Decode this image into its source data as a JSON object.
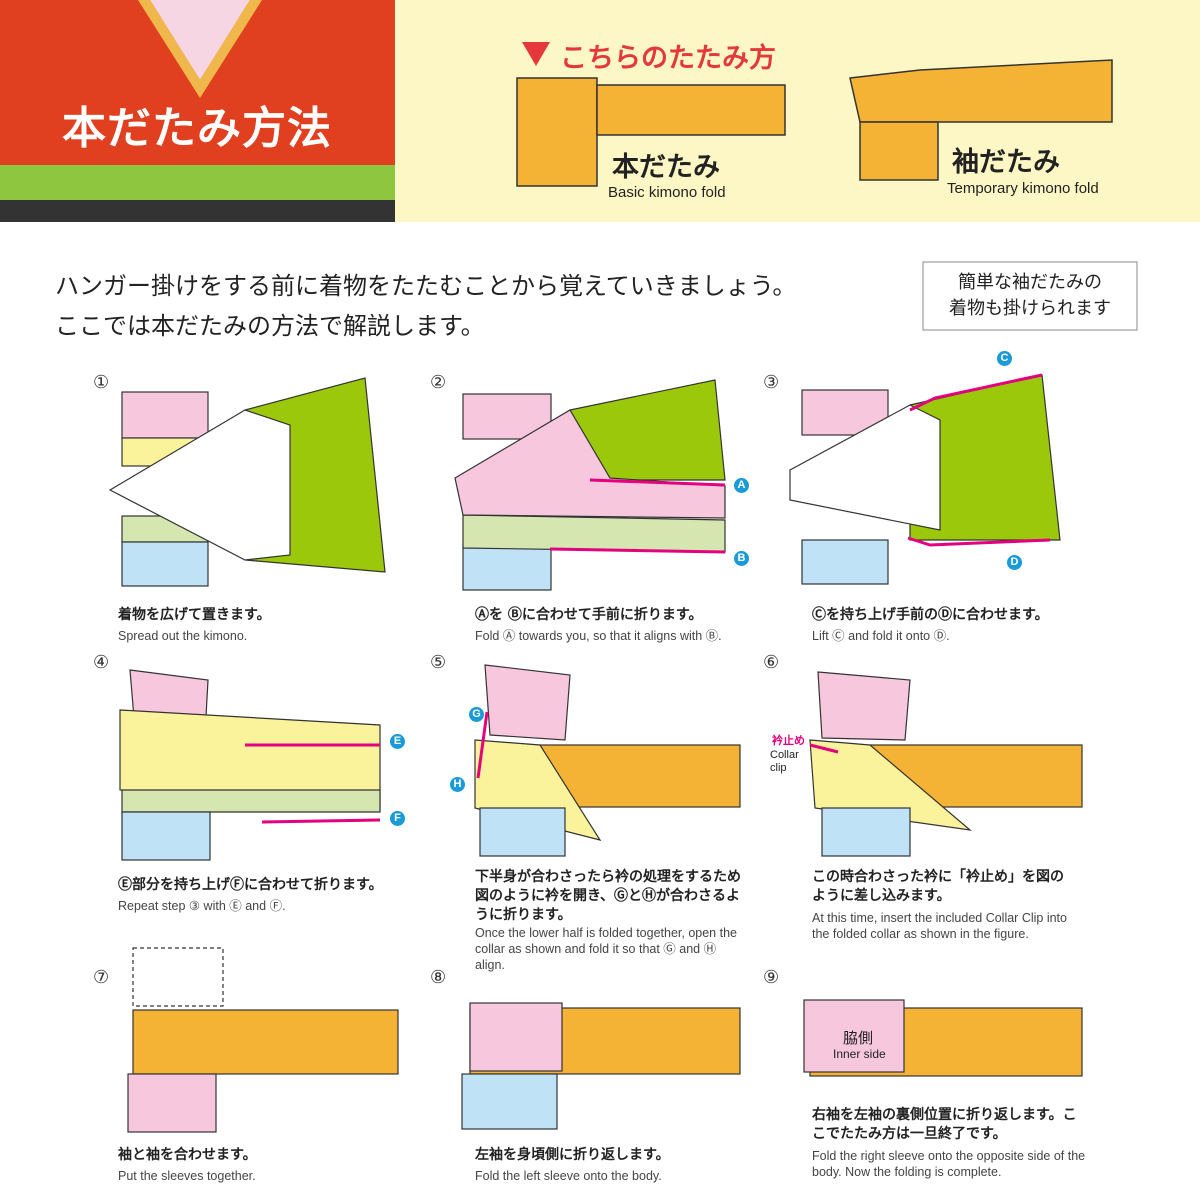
{
  "header": {
    "title": "本だたみ方法",
    "this_method": "こちらのたたみ方",
    "fold_basic_jp": "本だたみ",
    "fold_basic_en": "Basic kimono fold",
    "fold_temp_jp": "袖だたみ",
    "fold_temp_en": "Temporary kimono fold"
  },
  "intro": {
    "line1": "ハンガー掛けをする前に着物をたたむことから覚えていきましょう。",
    "line2": "ここでは本だたみの方法で解説します。",
    "note_line1": "簡単な袖だたみの",
    "note_line2": "着物も掛けられます"
  },
  "steps": [
    {
      "num": "①",
      "jp": "着物を広げて置きます。",
      "en": "Spread out the kimono."
    },
    {
      "num": "②",
      "jp": "Ⓐを Ⓑに合わせて手前に折ります。",
      "en": "Fold Ⓐ towards you, so that it aligns with Ⓑ."
    },
    {
      "num": "③",
      "jp": "Ⓒを持ち上げ手前のⒹに合わせます。",
      "en": "Lift Ⓒ and fold it onto Ⓓ."
    },
    {
      "num": "④",
      "jp": "Ⓔ部分を持ち上げⒻに合わせて折ります。",
      "en": "Repeat step ③ with Ⓔ and Ⓕ."
    },
    {
      "num": "⑤",
      "jp": "下半身が合わさったら衿の処理をするため図のように衿を開き、ⒼとⒽが合わさるように折ります。",
      "en": "Once the lower half is folded together, open the collar as shown and fold it so that Ⓖ and Ⓗ align."
    },
    {
      "num": "⑥",
      "jp": "この時合わさった衿に「衿止め」を図のように差し込みます。",
      "en": "At this time, insert the included Collar Clip into the folded collar as shown in the figure."
    },
    {
      "num": "⑦",
      "jp": "袖と袖を合わせます。",
      "en": "Put the sleeves together."
    },
    {
      "num": "⑧",
      "jp": "左袖を身頃側に折り返します。",
      "en": "Fold the left sleeve onto the body."
    },
    {
      "num": "⑨",
      "jp": "右袖を左袖の裏側位置に折り返します。ここでたたみ方は一旦終了です。",
      "en": "Fold the right sleeve onto the opposite side of the body. Now the folding is complete."
    }
  ],
  "labels": {
    "A": "A",
    "B": "B",
    "C": "C",
    "D": "D",
    "E": "E",
    "F": "F",
    "G": "G",
    "H": "H",
    "collar_clip_jp": "衿止め",
    "collar_clip_en": "Collar clip",
    "inner_side_jp": "脇側",
    "inner_side_en": "Inner side"
  },
  "colors": {
    "red": "#e0401f",
    "cream": "#fdf7c6",
    "orange": "#f5b335",
    "green": "#9cc80c",
    "pink": "#f7c7de",
    "yellow": "#fbf39b",
    "lightgreen": "#d5e6b1",
    "blue": "#bfe2f7",
    "magenta": "#e4007f",
    "label_blue": "#1a9ad6"
  }
}
